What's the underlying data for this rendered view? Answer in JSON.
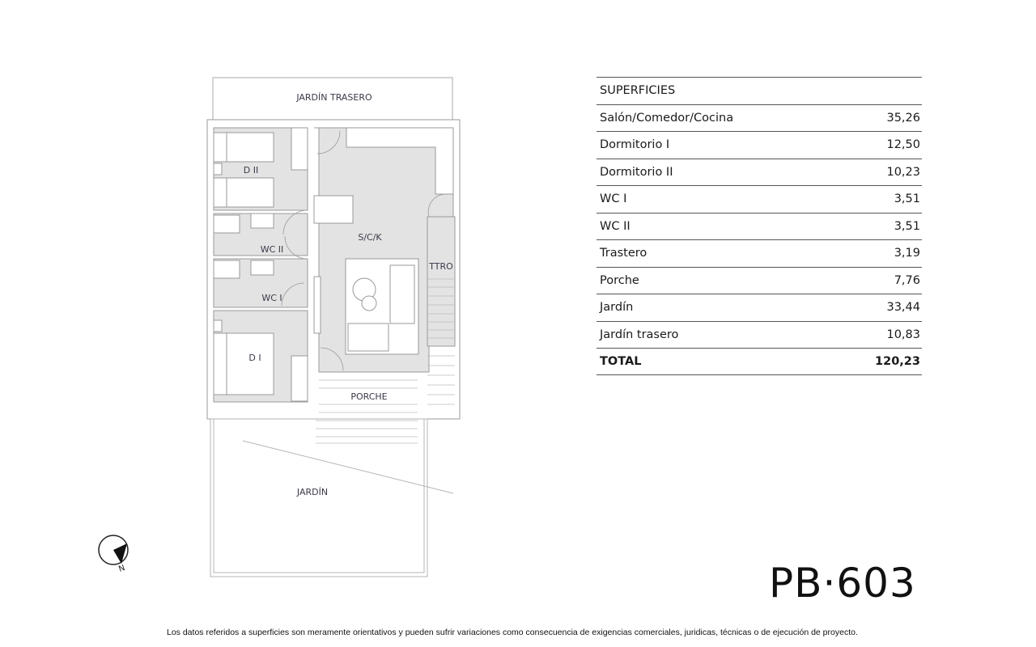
{
  "plan": {
    "rooms": {
      "jardin_trasero": "JARDÍN TRASERO",
      "dormitorio_2": "D II",
      "salon": "S/C/K",
      "wc_2": "WC II",
      "wc_1": "WC I",
      "trastero": "TTRO",
      "dormitorio_1": "D I",
      "porche": "PORCHE",
      "jardin": "JARDÍN"
    },
    "compass": {
      "icon": "north-arrow-icon",
      "label": "N"
    },
    "colors": {
      "floor": "#e3e3e3",
      "wall": "#9a9a9a",
      "label": "#3a3a4a"
    }
  },
  "table": {
    "header": "SUPERFICIES",
    "rows": [
      {
        "label": "Salón/Comedor/Cocina",
        "value": "35,26"
      },
      {
        "label": "Dormitorio I",
        "value": "12,50"
      },
      {
        "label": "Dormitorio II",
        "value": "10,23"
      },
      {
        "label": "WC I",
        "value": "3,51"
      },
      {
        "label": "WC II",
        "value": "3,51"
      },
      {
        "label": "Trastero",
        "value": "3,19"
      },
      {
        "label": "Porche",
        "value": "7,76"
      },
      {
        "label": "Jardín",
        "value": "33,44"
      },
      {
        "label": "Jardín trasero",
        "value": "10,83"
      }
    ],
    "total": {
      "label": "TOTAL",
      "value": "120,23"
    }
  },
  "unit_code": "PB·603",
  "disclaimer": "Los datos referidos a superficies son meramente orientativos y pueden sufrir variaciones como consecuencia de exigencias comerciales, juridicas, técnicas o de ejecución de proyecto."
}
